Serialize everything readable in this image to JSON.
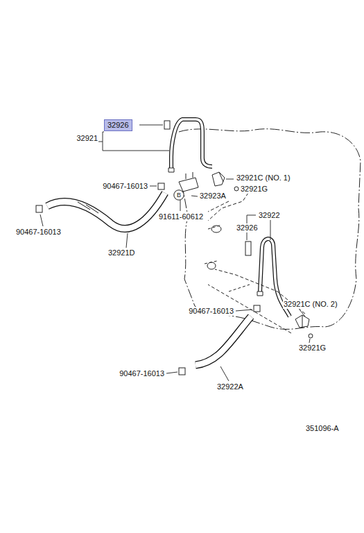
{
  "diagram": {
    "nodes": [
      {
        "text": [
          "32926"
        ]
      },
      {
        "text": [
          "B"
        ]
      }
    ],
    "edges": [],
    "labels": [
      "32921",
      "90467-16013",
      "32921C (NO. 1)",
      "32921G",
      "32923A",
      "91611-60612",
      "90467-16013",
      "32922",
      "32926",
      "32921D",
      "90467-16013",
      "32921C (NO. 2)",
      "32921G",
      "90467-16013",
      "32922A",
      "351096-A"
    ]
  }
}
